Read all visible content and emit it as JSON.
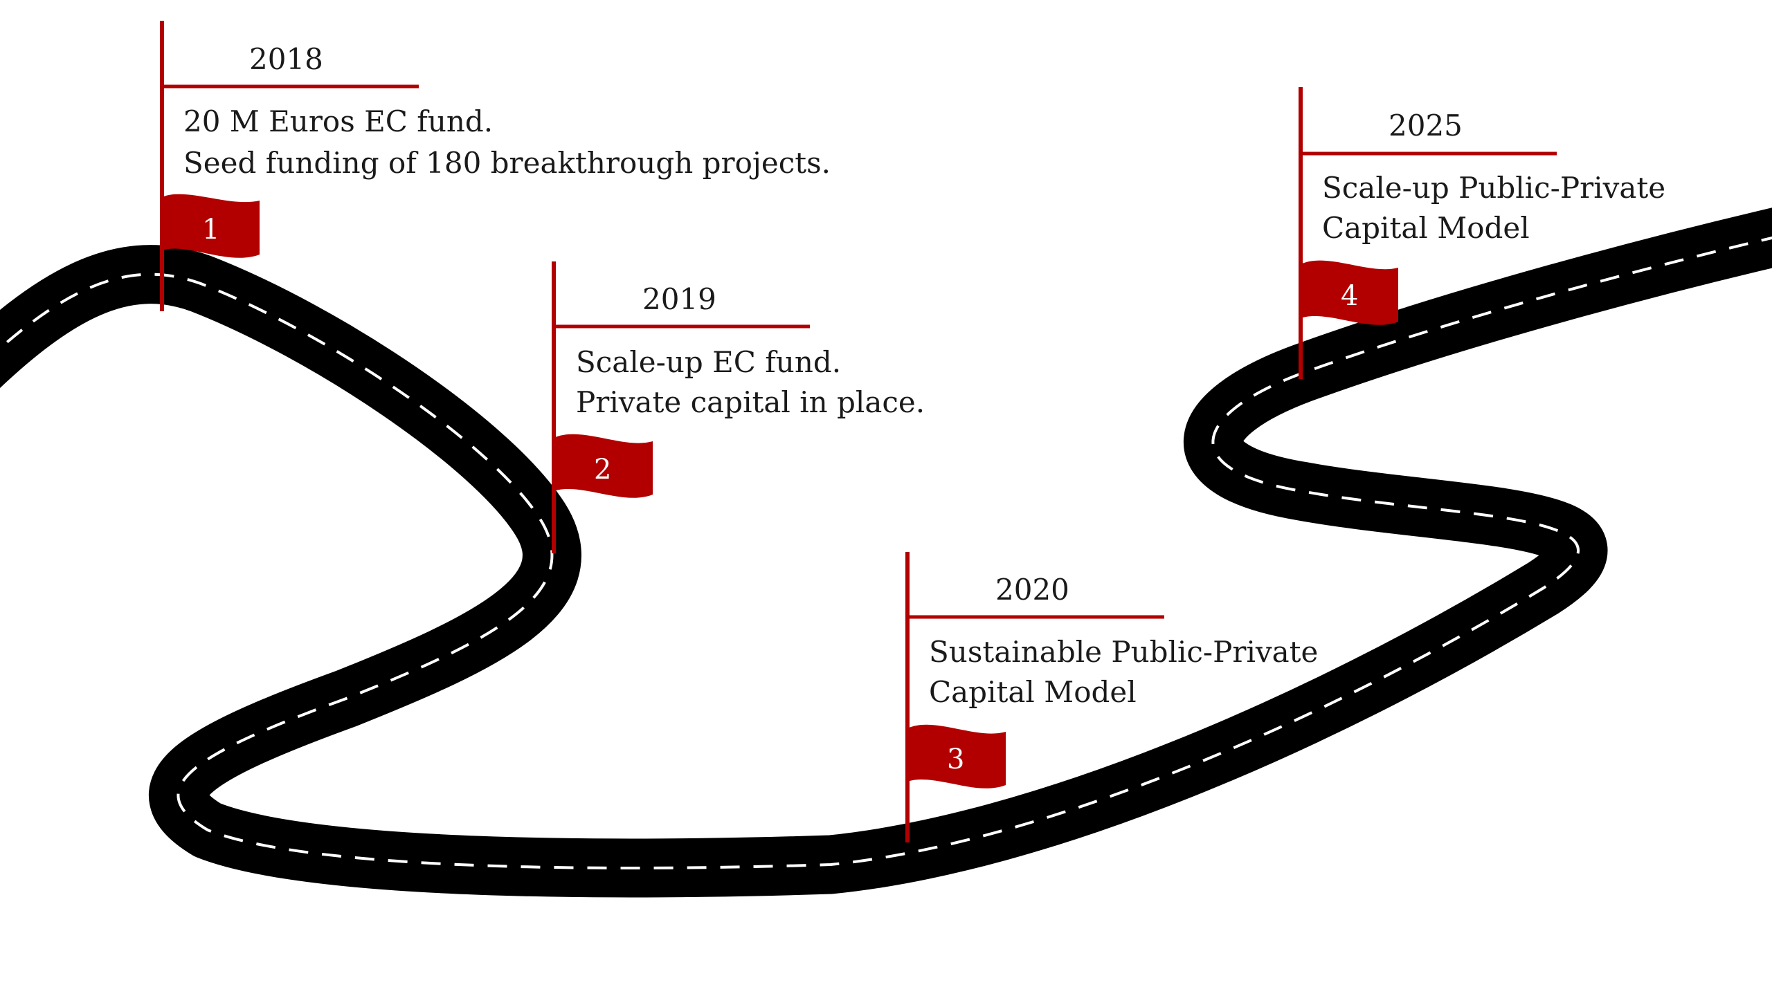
{
  "milestones": [
    {
      "number": "1",
      "year": "2018",
      "lines": [
        "20 M Euros EC fund.",
        "Seed funding of 180 breakthrough projects."
      ]
    },
    {
      "number": "2",
      "year": "2019",
      "lines": [
        "Scale-up EC fund.",
        "Private capital in place."
      ]
    },
    {
      "number": "3",
      "year": "2020",
      "lines": [
        "Sustainable Public-Private",
        "Capital Model"
      ]
    },
    {
      "number": "4",
      "year": "2025",
      "lines": [
        "Scale-up Public-Private",
        "Capital Model"
      ]
    }
  ],
  "colors": {
    "road": "#000000",
    "road_marking": "#ffffff",
    "flag": "#b20000",
    "flag_number": "#ffffff",
    "text": "#1a1a1a"
  }
}
